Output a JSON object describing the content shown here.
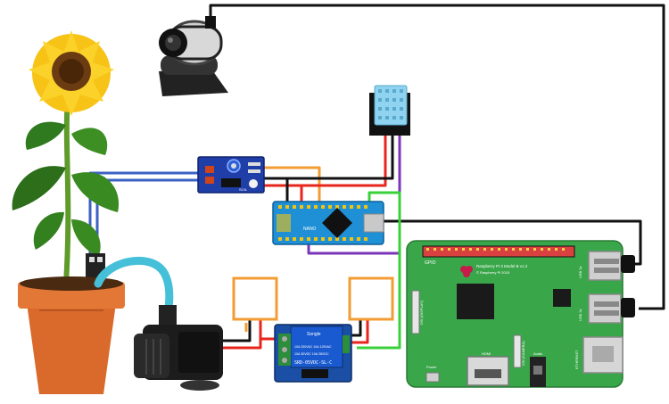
{
  "relay": {
    "brand": "Songle",
    "specs_line1": "10A 250VAC  10A 125VAC",
    "specs_line2": "10A 30VDC  10A 28VDC",
    "model": "SRD-05VDC-SL-C"
  },
  "raspberry_pi": {
    "title": "Raspberry Pi 3 Model B v1.2",
    "copyright": "© Raspberry Pi 2015",
    "gpio_label": "GPIO",
    "hdmi_label": "HDMI",
    "audio_label": "Audio",
    "power_label": "Power",
    "ethernet_label": "ETHERNET",
    "usb_label_1": "USB 2x",
    "usb_label_2": "USB 2x",
    "dsi_label": "DSI (DISPLAY)",
    "csi_label": "CSI (CAMERA)"
  },
  "arduino": {
    "label": "NANO"
  },
  "moisture_module": {
    "label": "SOIL"
  },
  "colors": {
    "blue_wire": "#3b62c4",
    "orange_wire": "#f39c34",
    "red_wire": "#e8251d",
    "black_wire": "#111111",
    "purple_wire": "#7b35b8",
    "green_wire": "#38d13a",
    "cyan_tube": "#45c0d8",
    "pi_board": "#3aa64a",
    "nano_board": "#1f8fd6",
    "relay_board": "#1b4fa6",
    "dht_sensor": "#8fd3f0",
    "pot_body": "#d0441c",
    "sunflower_petal": "#f7c317"
  }
}
